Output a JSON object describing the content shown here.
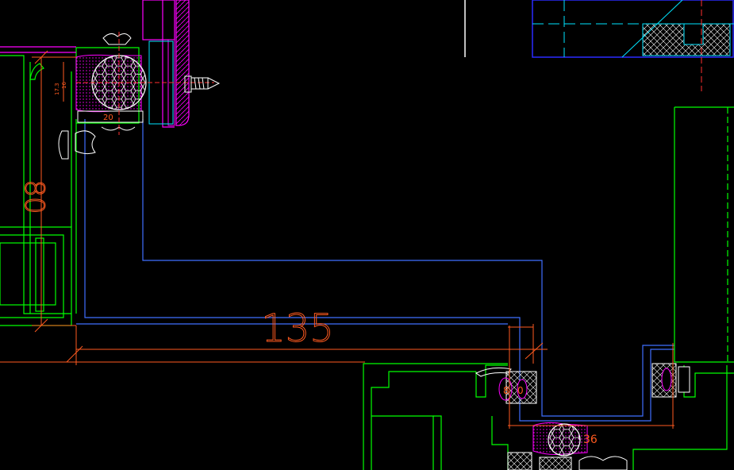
{
  "drawing": {
    "background": "#000000",
    "colors": {
      "green": "#00ff00",
      "blue": "#3f6fff",
      "magenta": "#ff00ff",
      "cyan": "#00e5ff",
      "white": "#ffffff",
      "orange": "#ff5a1f",
      "red": "#ff3030",
      "navy": "#2a2aff"
    },
    "dimensions": {
      "overall_width": "135",
      "left_height": "80",
      "gasket_width": "20",
      "small_gap_a": "17.3",
      "small_gap_b": "16",
      "right_width": "36",
      "insert_a": "8",
      "insert_b": "0"
    }
  }
}
